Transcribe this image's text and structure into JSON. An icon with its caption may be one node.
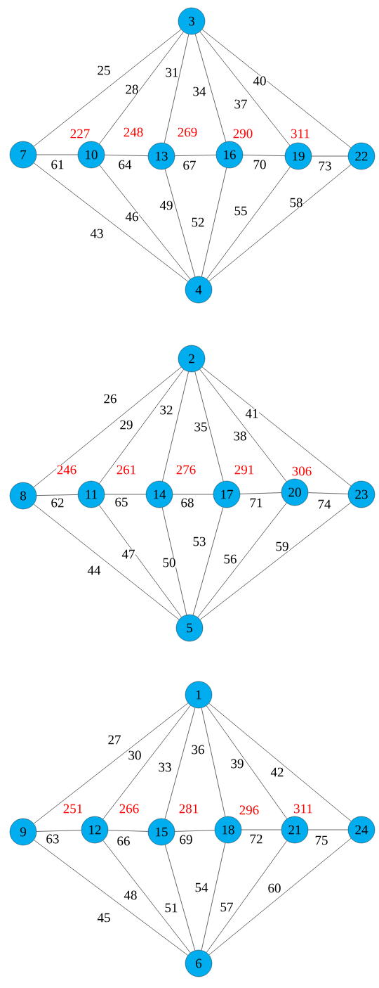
{
  "diagram": {
    "nodes": [
      {
        "text": [
          "3"
        ]
      },
      {
        "text": [
          "7"
        ]
      },
      {
        "text": [
          "10"
        ]
      },
      {
        "text": [
          "13"
        ]
      },
      {
        "text": [
          "16"
        ]
      },
      {
        "text": [
          "19"
        ]
      },
      {
        "text": [
          "22"
        ]
      },
      {
        "text": [
          "4"
        ]
      },
      {
        "text": [
          "2"
        ]
      },
      {
        "text": [
          "8"
        ]
      },
      {
        "text": [
          "11"
        ]
      },
      {
        "text": [
          "14"
        ]
      },
      {
        "text": [
          "17"
        ]
      },
      {
        "text": [
          "20"
        ]
      },
      {
        "text": [
          "23"
        ]
      },
      {
        "text": [
          "5"
        ]
      },
      {
        "text": [
          "1"
        ]
      },
      {
        "text": [
          "9"
        ]
      },
      {
        "text": [
          "12"
        ]
      },
      {
        "text": [
          "15"
        ]
      },
      {
        "text": [
          "18"
        ]
      },
      {
        "text": [
          "21"
        ]
      },
      {
        "text": [
          "24"
        ]
      },
      {
        "text": [
          "6"
        ]
      }
    ],
    "edges": [
      {
        "from": 0,
        "to": 1,
        "arrow": "none",
        "label": "25"
      },
      {
        "from": 0,
        "to": 2,
        "arrow": "none",
        "label": "28"
      },
      {
        "from": 0,
        "to": 3,
        "arrow": "none",
        "label": "31"
      },
      {
        "from": 0,
        "to": 4,
        "arrow": "none",
        "label": "34"
      },
      {
        "from": 0,
        "to": 5,
        "arrow": "none",
        "label": "37"
      },
      {
        "from": 0,
        "to": 6,
        "arrow": "none",
        "label": "40"
      },
      {
        "from": 1,
        "to": 2,
        "arrow": "none",
        "label": "61"
      },
      {
        "from": 2,
        "to": 3,
        "arrow": "none",
        "label": "64"
      },
      {
        "from": 3,
        "to": 4,
        "arrow": "none",
        "label": "67"
      },
      {
        "from": 4,
        "to": 5,
        "arrow": "none",
        "label": "70"
      },
      {
        "from": 5,
        "to": 6,
        "arrow": "none",
        "label": "73"
      },
      {
        "from": 7,
        "to": 1,
        "arrow": "none",
        "label": "43"
      },
      {
        "from": 7,
        "to": 2,
        "arrow": "none",
        "label": "46"
      },
      {
        "from": 7,
        "to": 3,
        "arrow": "none",
        "label": "49"
      },
      {
        "from": 7,
        "to": 4,
        "arrow": "none",
        "label": "52"
      },
      {
        "from": 7,
        "to": 5,
        "arrow": "none",
        "label": "55"
      },
      {
        "from": 7,
        "to": 6,
        "arrow": "none",
        "label": "58"
      },
      {
        "from": 8,
        "to": 9,
        "arrow": "none",
        "label": "26"
      },
      {
        "from": 8,
        "to": 10,
        "arrow": "none",
        "label": "29"
      },
      {
        "from": 8,
        "to": 11,
        "arrow": "none",
        "label": "32"
      },
      {
        "from": 8,
        "to": 12,
        "arrow": "none",
        "label": "35"
      },
      {
        "from": 8,
        "to": 13,
        "arrow": "none",
        "label": "38"
      },
      {
        "from": 8,
        "to": 14,
        "arrow": "none",
        "label": "41"
      },
      {
        "from": 9,
        "to": 10,
        "arrow": "none",
        "label": "62"
      },
      {
        "from": 10,
        "to": 11,
        "arrow": "none",
        "label": "65"
      },
      {
        "from": 11,
        "to": 12,
        "arrow": "none",
        "label": "68"
      },
      {
        "from": 12,
        "to": 13,
        "arrow": "none",
        "label": "71"
      },
      {
        "from": 13,
        "to": 14,
        "arrow": "none",
        "label": "74"
      },
      {
        "from": 15,
        "to": 9,
        "arrow": "none",
        "label": "44"
      },
      {
        "from": 15,
        "to": 10,
        "arrow": "none",
        "label": "47"
      },
      {
        "from": 15,
        "to": 11,
        "arrow": "none",
        "label": "50"
      },
      {
        "from": 15,
        "to": 12,
        "arrow": "none",
        "label": "53"
      },
      {
        "from": 15,
        "to": 13,
        "arrow": "none",
        "label": "56"
      },
      {
        "from": 15,
        "to": 14,
        "arrow": "none",
        "label": "59"
      },
      {
        "from": 16,
        "to": 17,
        "arrow": "none",
        "label": "27"
      },
      {
        "from": 16,
        "to": 18,
        "arrow": "none",
        "label": "30"
      },
      {
        "from": 16,
        "to": 19,
        "arrow": "none",
        "label": "33"
      },
      {
        "from": 16,
        "to": 20,
        "arrow": "none",
        "label": "36"
      },
      {
        "from": 16,
        "to": 21,
        "arrow": "none",
        "label": "39"
      },
      {
        "from": 16,
        "to": 22,
        "arrow": "none",
        "label": "42"
      },
      {
        "from": 17,
        "to": 18,
        "arrow": "none",
        "label": "63"
      },
      {
        "from": 18,
        "to": 19,
        "arrow": "none",
        "label": "66"
      },
      {
        "from": 19,
        "to": 20,
        "arrow": "none",
        "label": "69"
      },
      {
        "from": 20,
        "to": 21,
        "arrow": "none",
        "label": "72"
      },
      {
        "from": 21,
        "to": 22,
        "arrow": "none",
        "label": "75"
      },
      {
        "from": 23,
        "to": 17,
        "arrow": "none",
        "label": "45"
      },
      {
        "from": 23,
        "to": 18,
        "arrow": "none",
        "label": "48"
      },
      {
        "from": 23,
        "to": 19,
        "arrow": "none",
        "label": "51"
      },
      {
        "from": 23,
        "to": 20,
        "arrow": "none",
        "label": "54"
      },
      {
        "from": 23,
        "to": 21,
        "arrow": "none",
        "label": "57"
      },
      {
        "from": 23,
        "to": 22,
        "arrow": "none",
        "label": "60"
      }
    ],
    "labels": [
      "227",
      "248",
      "269",
      "290",
      "311",
      "246",
      "261",
      "276",
      "291",
      "306",
      "251",
      "266",
      "281",
      "296",
      "311"
    ]
  }
}
